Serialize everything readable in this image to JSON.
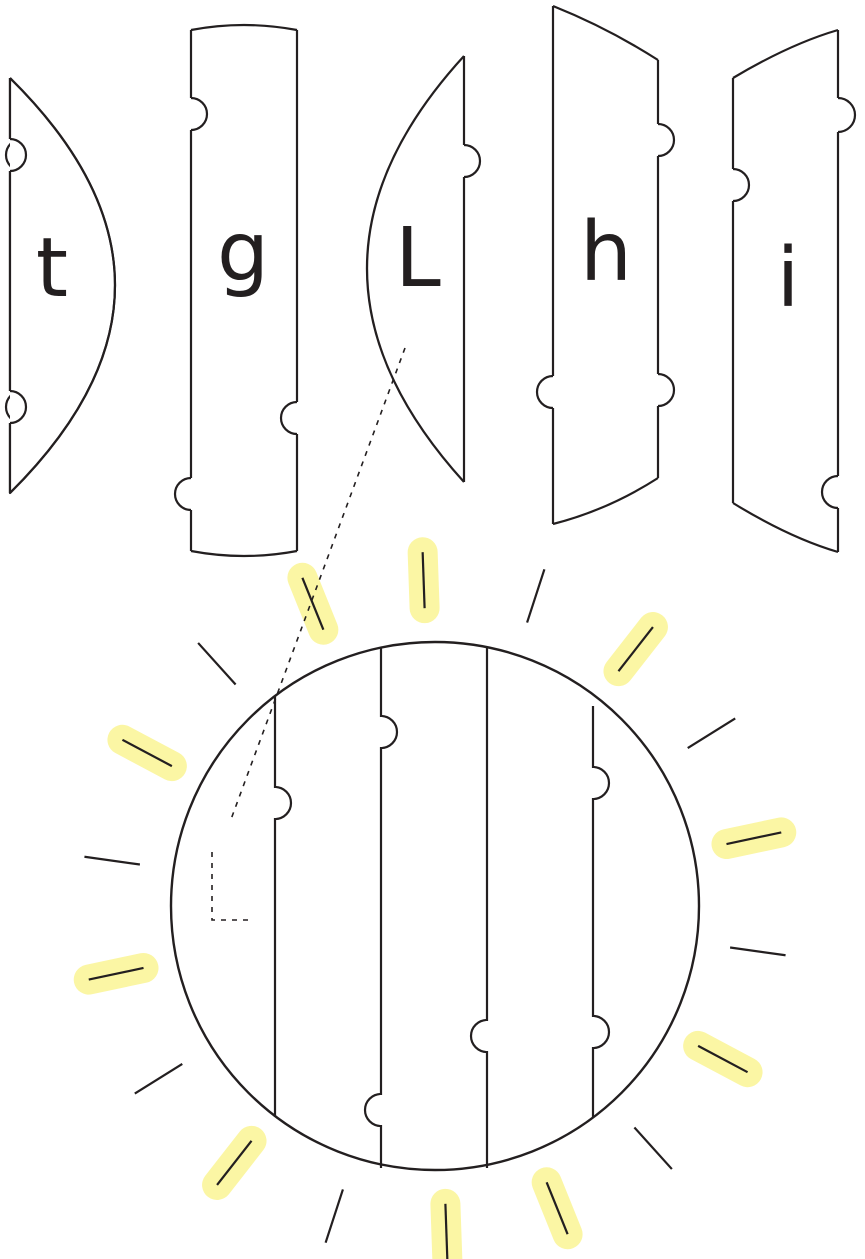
{
  "colors": {
    "line": "#231f20",
    "highlight": "#fbf6a4",
    "background": "#ffffff"
  },
  "pieces": [
    {
      "id": "t",
      "letter": "t"
    },
    {
      "id": "g",
      "letter": "g"
    },
    {
      "id": "L",
      "letter": "L"
    },
    {
      "id": "h",
      "letter": "h"
    },
    {
      "id": "i",
      "letter": "i"
    }
  ],
  "sun": {
    "ray_count": 18,
    "highlighted_ray_count": 10
  }
}
